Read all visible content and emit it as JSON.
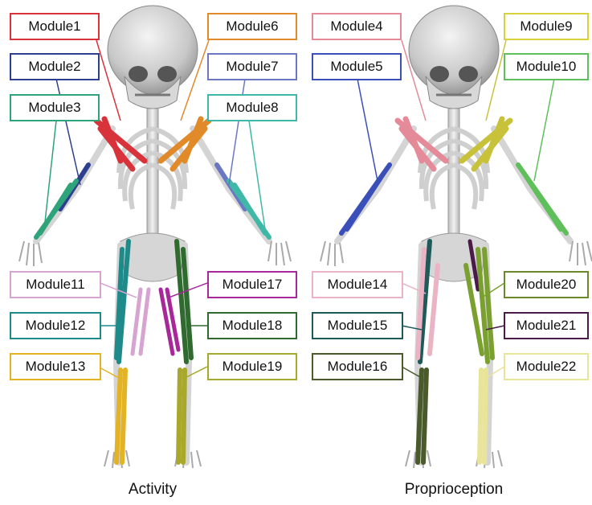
{
  "panels": [
    {
      "title": "Activity",
      "modules": [
        {
          "label": "Module1",
          "color": "#d8323a"
        },
        {
          "label": "Module2",
          "color": "#2d3f8f"
        },
        {
          "label": "Module3",
          "color": "#2fa37a"
        },
        {
          "label": "Module6",
          "color": "#e08a2a"
        },
        {
          "label": "Module7",
          "color": "#6a78c4"
        },
        {
          "label": "Module8",
          "color": "#3fb8a8"
        },
        {
          "label": "Module11",
          "color": "#d7a3d0"
        },
        {
          "label": "Module12",
          "color": "#1f8a8a"
        },
        {
          "label": "Module13",
          "color": "#e3b324"
        },
        {
          "label": "Module17",
          "color": "#a8289a"
        },
        {
          "label": "Module18",
          "color": "#2f6b2f"
        },
        {
          "label": "Module19",
          "color": "#a8a82a"
        }
      ]
    },
    {
      "title": "Proprioception",
      "modules": [
        {
          "label": "Module4",
          "color": "#e48a98"
        },
        {
          "label": "Module5",
          "color": "#3a4fb8"
        },
        {
          "label": "Module9",
          "color": "#d8d23a"
        },
        {
          "label": "Module10",
          "color": "#5fbf5a"
        },
        {
          "label": "Module14",
          "color": "#eab4c4"
        },
        {
          "label": "Module15",
          "color": "#1f5a5a"
        },
        {
          "label": "Module16",
          "color": "#4a5a2a"
        },
        {
          "label": "Module20",
          "color": "#6a8a2a"
        },
        {
          "label": "Module21",
          "color": "#4a1a4a"
        },
        {
          "label": "Module22",
          "color": "#e8e49a"
        }
      ]
    }
  ]
}
